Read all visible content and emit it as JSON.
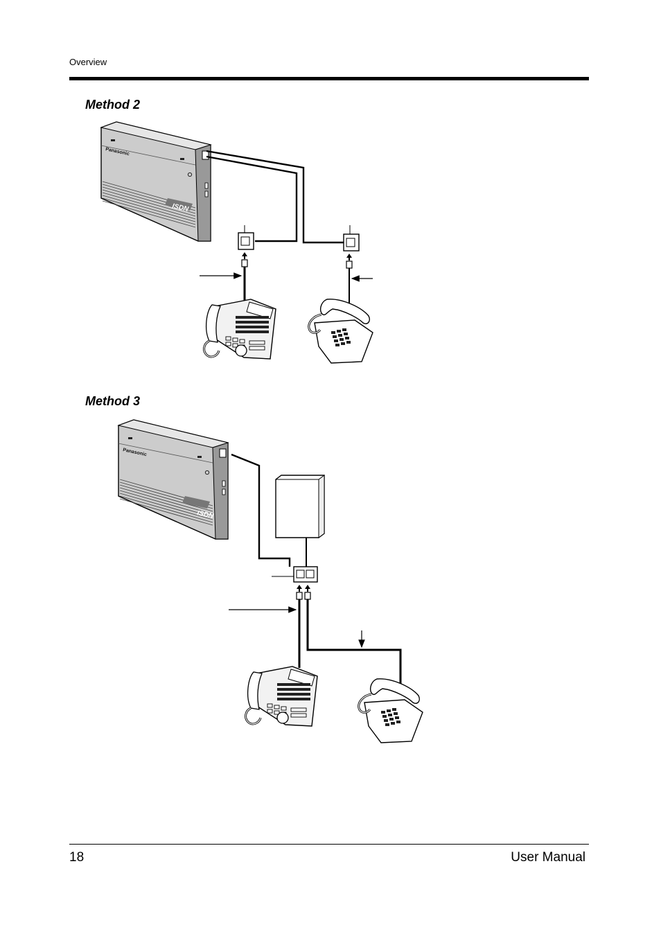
{
  "header": {
    "section": "Overview"
  },
  "methods": [
    {
      "title": "Method 2"
    },
    {
      "title": "Method 3"
    }
  ],
  "device": {
    "brand": "Panasonic",
    "badge": "ISDN"
  },
  "footer": {
    "page_number": "18",
    "document_title": "User Manual"
  }
}
